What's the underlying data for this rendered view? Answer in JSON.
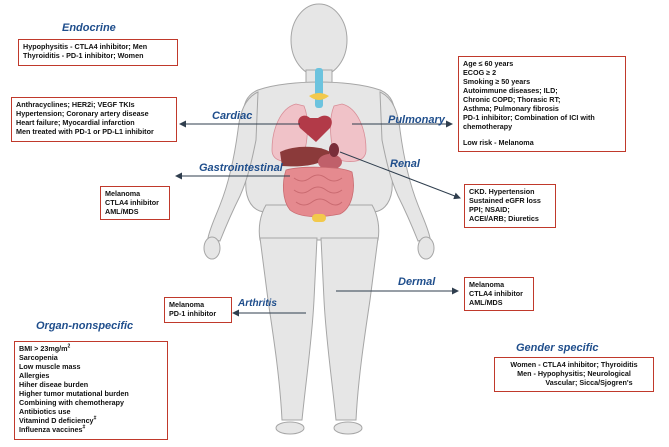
{
  "categories": {
    "endocrine": {
      "heading": "Endocrine",
      "lines": [
        "Hypophysitis - CTLA4 inhibitor; Men",
        "Thyroiditis - PD-1 inhibitor; Women"
      ]
    },
    "cardiac": {
      "heading": "Cardiac",
      "lines": [
        "Anthracyclines;  HER2i;  VEGF TKIs",
        "Hypertension; Coronary artery disease",
        "Heart failure; Myocardial infarction",
        "Men treated with  PD-1 or PD-L1 inhibitor"
      ]
    },
    "gastrointestinal": {
      "heading": "Gastrointestinal",
      "lines": [
        "Melanoma",
        "CTLA4 inhibitor",
        "AML/MDS"
      ]
    },
    "arthritis": {
      "heading": "Arthritis",
      "lines": [
        "Melanoma",
        "PD-1 inhibitor"
      ]
    },
    "organ_nonspecific": {
      "heading": "Organ-nonspecific",
      "bmi_text": "BMI > 23mg/m",
      "bmi_sup": "2",
      "lines": [
        "Sarcopenia",
        "Low muscle mass",
        "Allergies",
        "Hiher diseae burden",
        "Higher tumor mutational burden",
        "Combining with chemotherapy",
        "Antibiotics use"
      ],
      "vitd_text": "Vitamind D deficiency",
      "vitd_sup": "#",
      "flu_text": "Influenza vaccines",
      "flu_sup": "#"
    },
    "pulmonary": {
      "heading": "Pulmonary",
      "lines": [
        "Age ≤ 60 years",
        "ECOG ≥ 2",
        "Smoking ≥ 50 years",
        "Autoimmune diseases; ILD;",
        "Chronic COPD; Thorasic RT;",
        "Asthma; Pulmonary fibrosis",
        "PD-1 inhibitor; Combination of ICI with",
        "chemotherapy",
        "",
        "Low risk - Melanoma"
      ]
    },
    "renal": {
      "heading": "Renal",
      "lines": [
        "CKD. Hypertension",
        "Sustained eGFR loss",
        "PPI; NSAID;",
        "ACEI/ARB; Diuretics"
      ]
    },
    "dermal": {
      "heading": "Dermal",
      "lines": [
        "Melanoma",
        "CTLA4 inhibitor",
        "AML/MDS"
      ]
    },
    "gender_specific": {
      "heading": "Gender specific",
      "lines": [
        "Women - CTLA4 inhibitor; Thyroiditis",
        "Men - Hypophysitis; Neurological",
        "Vascular; Sicca/Sjogren's"
      ]
    }
  },
  "colors": {
    "heading": "#1f4e8c",
    "box_border": "#c0392b",
    "arrow": "#2f3e4e",
    "body_fill": "#e6e6e6",
    "body_stroke": "#a6a6a6",
    "organ_lung": "#f0c2c8",
    "organ_heart": "#b23a48",
    "organ_liver": "#8b3a3a",
    "organ_intestine": "#e58a8f",
    "organ_trachea": "#6cc3de",
    "organ_thyroid": "#f2c94c"
  }
}
